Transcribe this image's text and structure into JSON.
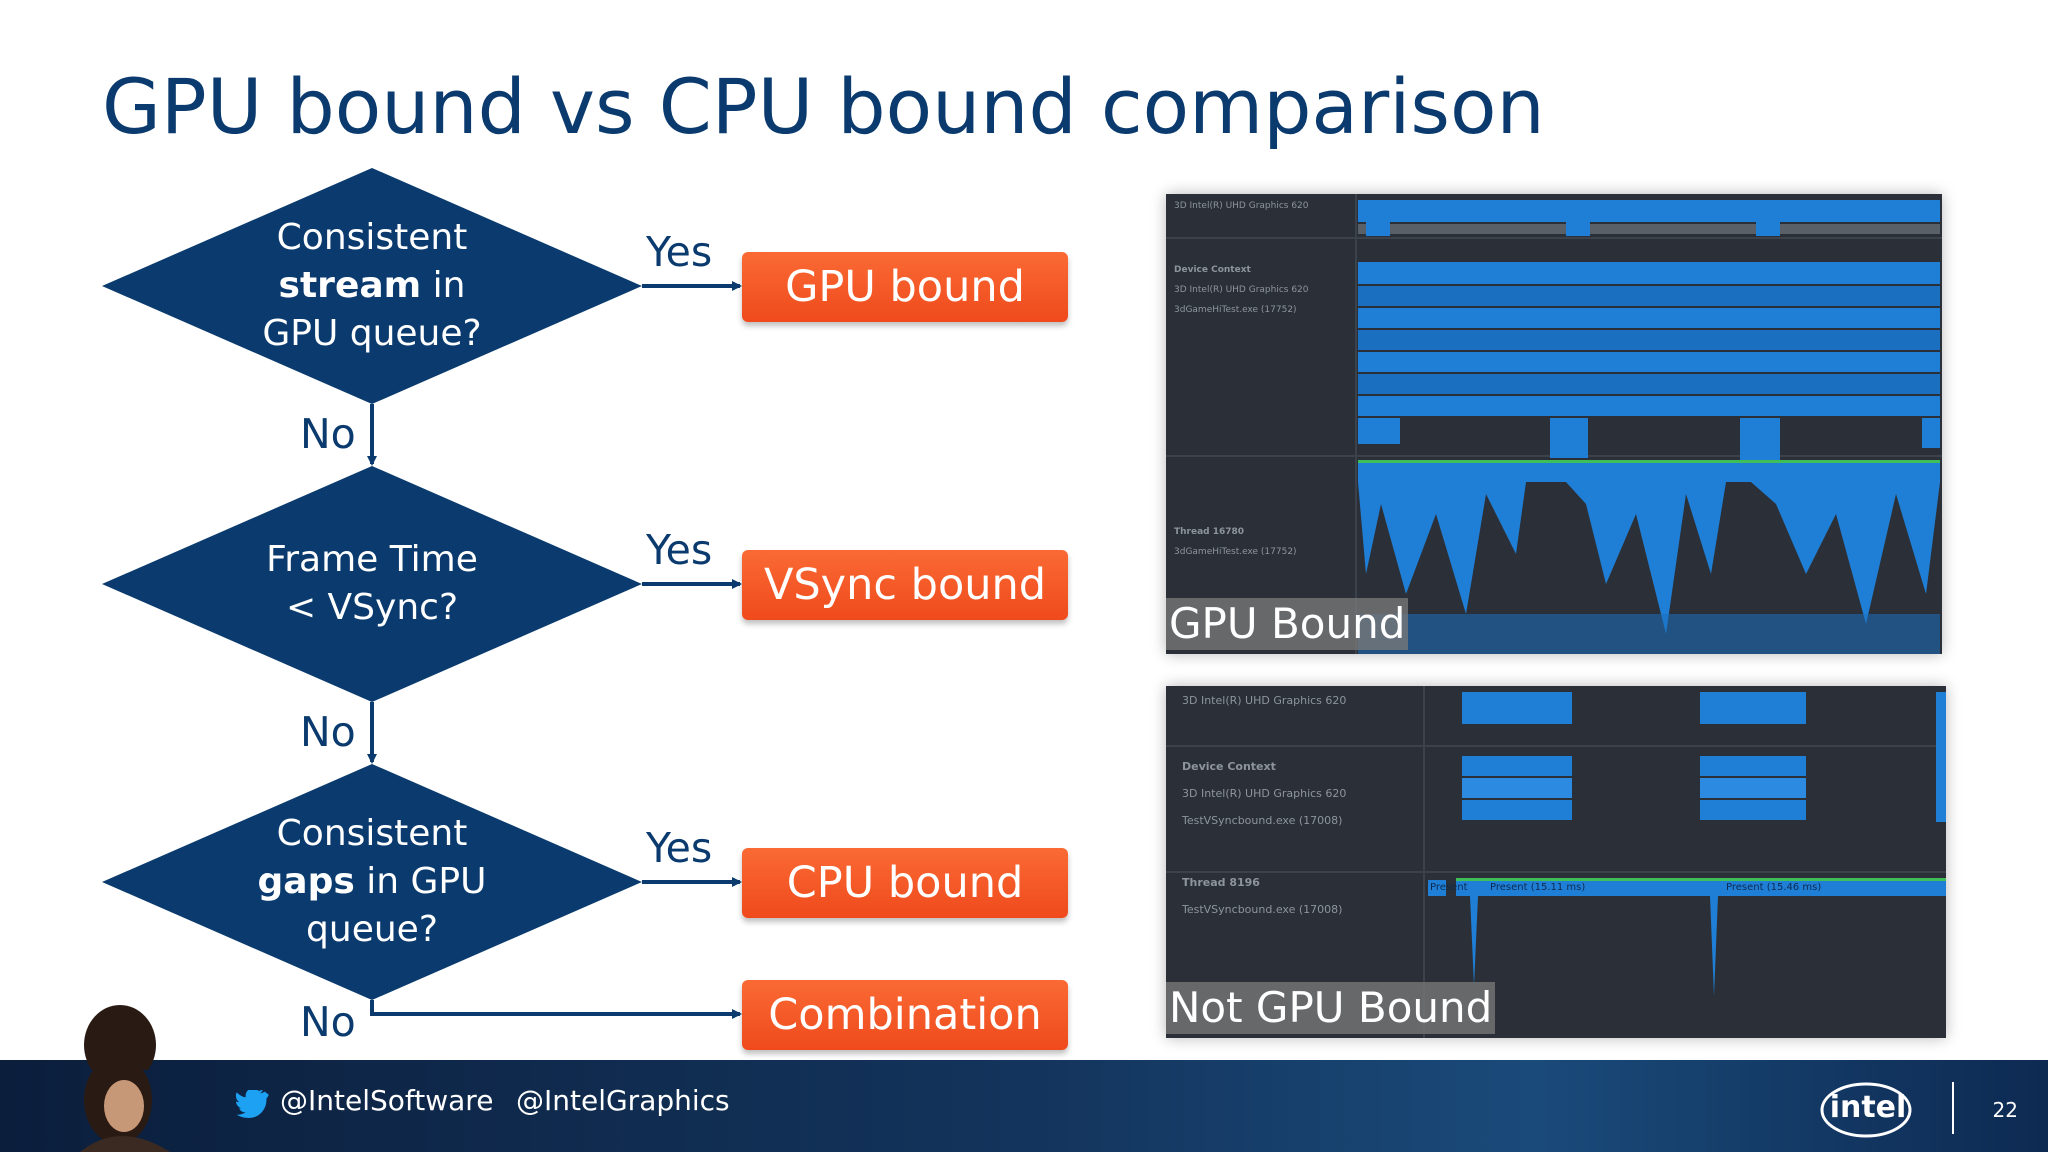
{
  "slide": {
    "title": "GPU bound vs CPU bound comparison",
    "page_number": "22"
  },
  "flowchart": {
    "decisions": [
      {
        "line1": "Consistent",
        "line2_bold": "stream",
        "line2_rest": " in",
        "line3": "GPU queue?"
      },
      {
        "line1": "Frame Time",
        "line2": "< VSync?"
      },
      {
        "line1": "Consistent",
        "line2_bold": "gaps",
        "line2_rest": " in GPU",
        "line3": "queue?"
      }
    ],
    "yes_label": "Yes",
    "no_label": "No",
    "results": [
      "GPU bound",
      "VSync bound",
      "CPU bound",
      "Combination"
    ]
  },
  "screenshots": {
    "gpu": {
      "caption": "GPU Bound",
      "rows": [
        "3D Intel(R) UHD Graphics 620",
        "Device Context",
        "3D Intel(R) UHD Graphics 620",
        "3dGameHiTest.exe (17752)",
        "Thread 16780",
        "3dGameHiTest.exe (17752)"
      ]
    },
    "notgpu": {
      "caption": "Not GPU Bound",
      "rows": [
        "3D Intel(R) UHD Graphics 620",
        "Device Context",
        "3D Intel(R) UHD Graphics 620",
        "TestVSyncbound.exe (17008)",
        "Thread 8196",
        "TestVSyncbound.exe (17008)"
      ],
      "present_labels": [
        "Present",
        "Present (15.11 ms)",
        "Present (15.46 ms)"
      ]
    }
  },
  "footer": {
    "twitter_1": "@IntelSoftware",
    "twitter_2": "@IntelGraphics",
    "logo_text": "intel"
  },
  "colors": {
    "navy": "#0b3b6e",
    "orange": "#f25a25",
    "timeline_blue": "#1f7fd6",
    "panel_bg": "#2b3038"
  }
}
